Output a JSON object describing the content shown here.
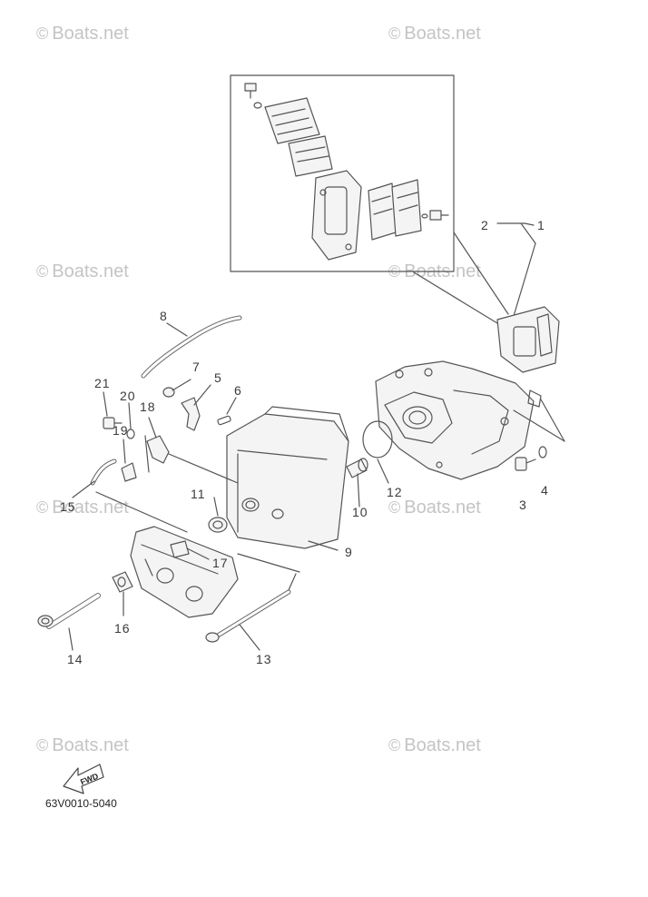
{
  "watermark": "Boats.net",
  "watermark_symbol": "©",
  "callouts": {
    "c1": "1",
    "c2": "2",
    "c3": "3",
    "c4": "4",
    "c5": "5",
    "c6": "6",
    "c7": "7",
    "c8": "8",
    "c9": "9",
    "c10": "10",
    "c11": "11",
    "c12": "12",
    "c13": "13",
    "c14": "14",
    "c15": "15",
    "c16": "16",
    "c17": "17",
    "c18": "18",
    "c19": "19",
    "c20": "20",
    "c21": "21"
  },
  "fwd_label": "FWD",
  "diagram_code": "63V0010-5040",
  "colors": {
    "line": "#555555",
    "part_fill": "#f4f4f4",
    "watermark": "#c4c4c4"
  }
}
